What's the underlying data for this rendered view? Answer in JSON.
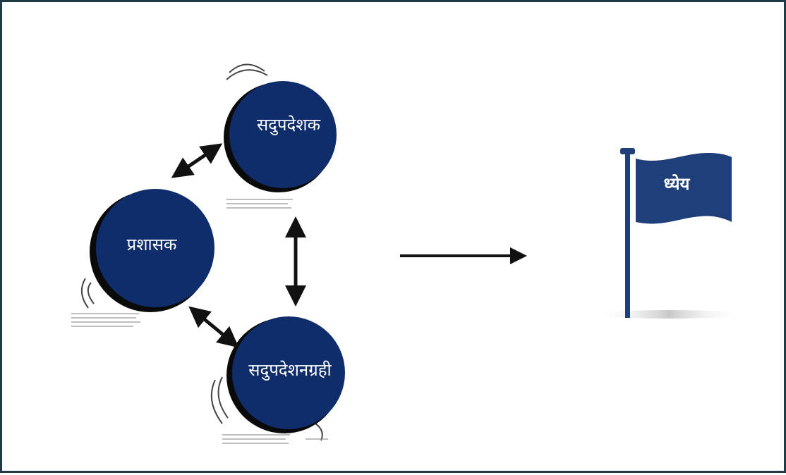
{
  "colors": {
    "node_fill": "#0f2d6b",
    "node_shadow": "#0a0a0a",
    "flag": "#1f3f7a",
    "arrow": "#111111",
    "border": "#1f3a44"
  },
  "nodes": [
    {
      "id": "counselor",
      "label": "सदुपदेशक"
    },
    {
      "id": "administrator",
      "label": "प्रशासक"
    },
    {
      "id": "counselee",
      "label": "सदुपदेशनग्रही"
    }
  ],
  "goal": {
    "label": "ध्येय",
    "icon": "flag-icon"
  }
}
